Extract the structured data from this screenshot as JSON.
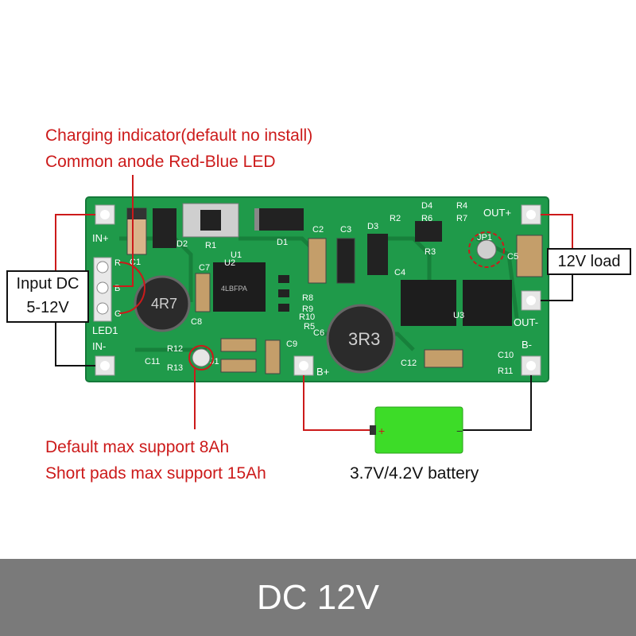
{
  "annotations": {
    "indicator_line1": "Charging indicator(default no install)",
    "indicator_line2": "Common anode Red-Blue LED",
    "capacity_line1": "Default max support 8Ah",
    "capacity_line2": "Short pads max support 15Ah",
    "battery_label": "3.7V/4.2V battery",
    "load_label": "12V load",
    "input_line1": "Input DC",
    "input_line2": "5-12V"
  },
  "board": {
    "in_plus": "IN+",
    "in_minus": "IN-",
    "led1": "LED1",
    "led_r": "R",
    "led_b": "B",
    "led_g": "G",
    "b_plus": "B+",
    "b_minus": "B-",
    "out_plus": "OUT+",
    "out_minus": "OUT-",
    "inductor1": "4R7",
    "inductor2": "3R3",
    "ic_u2": "4LBFPA",
    "refs": [
      "C1",
      "C2",
      "C3",
      "C4",
      "C5",
      "C6",
      "C7",
      "C8",
      "C9",
      "C10",
      "C11",
      "C12",
      "D1",
      "D2",
      "D3",
      "D4",
      "R1",
      "R2",
      "R3",
      "R4",
      "R5",
      "R6",
      "R7",
      "R8",
      "R9",
      "R10",
      "R11",
      "R12",
      "R13",
      "U1",
      "U2",
      "U3",
      "JP1",
      "J1"
    ]
  },
  "battery": {
    "plus": "+",
    "minus": "−"
  },
  "footer": {
    "title": "DC 12V"
  },
  "colors": {
    "pcb": "#1f9a4a",
    "pcb_dark": "#17803b",
    "annotation_red": "#cc1a1a",
    "battery_green": "#3ddc28",
    "footer_bg": "#7a7a7a"
  }
}
